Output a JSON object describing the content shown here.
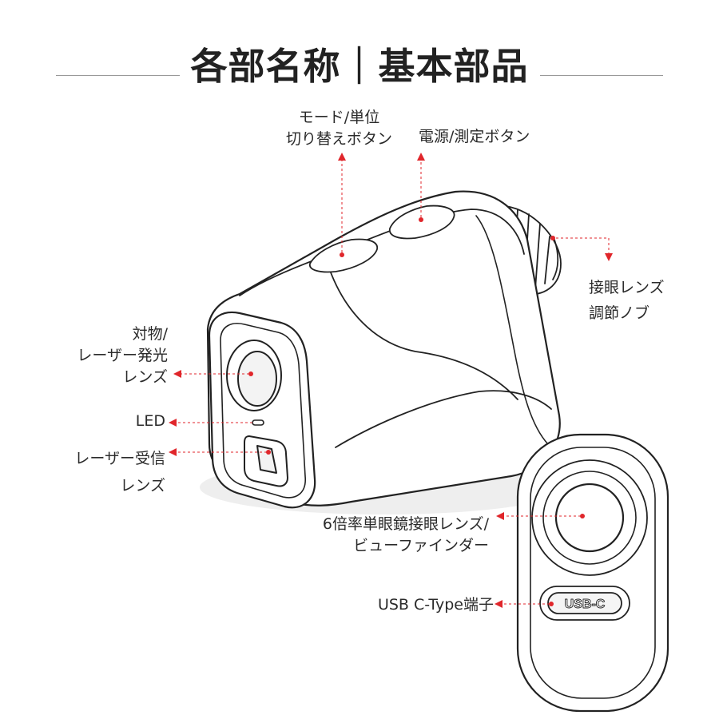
{
  "title": "各部名称｜基本部品",
  "labels": {
    "mode_button": [
      "モード/単位",
      "切り替えボタン"
    ],
    "power_button": [
      "電源/測定ボタン"
    ],
    "eyepiece_knob": [
      "接眼レンズ",
      "調節ノブ"
    ],
    "objective_lens": [
      "対物/",
      "レーザー発光",
      "レンズ"
    ],
    "led": [
      "LED"
    ],
    "laser_receiver": [
      "レーザー受信",
      "レンズ"
    ],
    "monocular_eyepiece": [
      "6倍率単眼鏡接眼レンズ/",
      "ビューファインダー"
    ],
    "usb_port": [
      "USB C-Type端子"
    ]
  },
  "usb_engraving": "USB-C",
  "colors": {
    "accent": "#e0262b",
    "line": "#222222",
    "shadow": "#e6e6e6"
  }
}
